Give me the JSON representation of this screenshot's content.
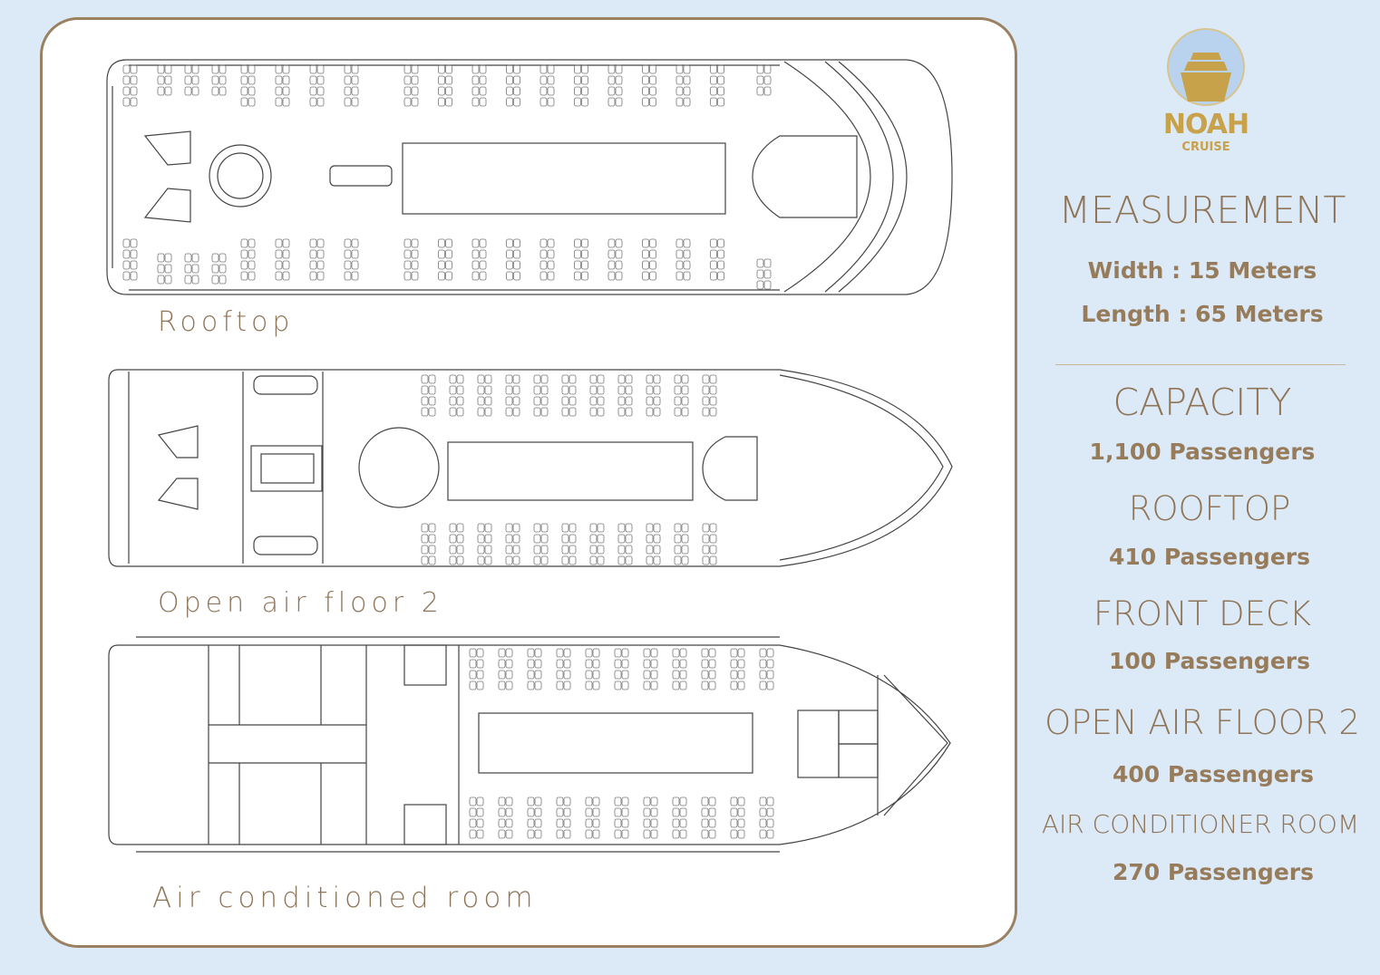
{
  "decks": [
    {
      "label": "Rooftop"
    },
    {
      "label": "Open air floor 2"
    },
    {
      "label": "Air conditioned room"
    }
  ],
  "logo": {
    "name": "NOAH",
    "sub": "CRUISE"
  },
  "specs": {
    "measurement_title": "MEASUREMENT",
    "width": "Width : 15 Meters",
    "length": "Length : 65 Meters",
    "capacity_title": "CAPACITY",
    "capacity": "1,100 Passengers",
    "rooftop_title": "ROOFTOP",
    "rooftop": "410 Passengers",
    "front_deck_title": "FRONT DECK",
    "front_deck": "100 Passengers",
    "open_air_title": "OPEN AIR FLOOR 2",
    "open_air": "400 Passengers",
    "air_cond_title": "AIR CONDITIONER ROOM",
    "air_cond": "270 Passengers"
  },
  "colors": {
    "background": "#dce9f7",
    "accent": "#9b8062",
    "logo": "#c8a24a"
  }
}
